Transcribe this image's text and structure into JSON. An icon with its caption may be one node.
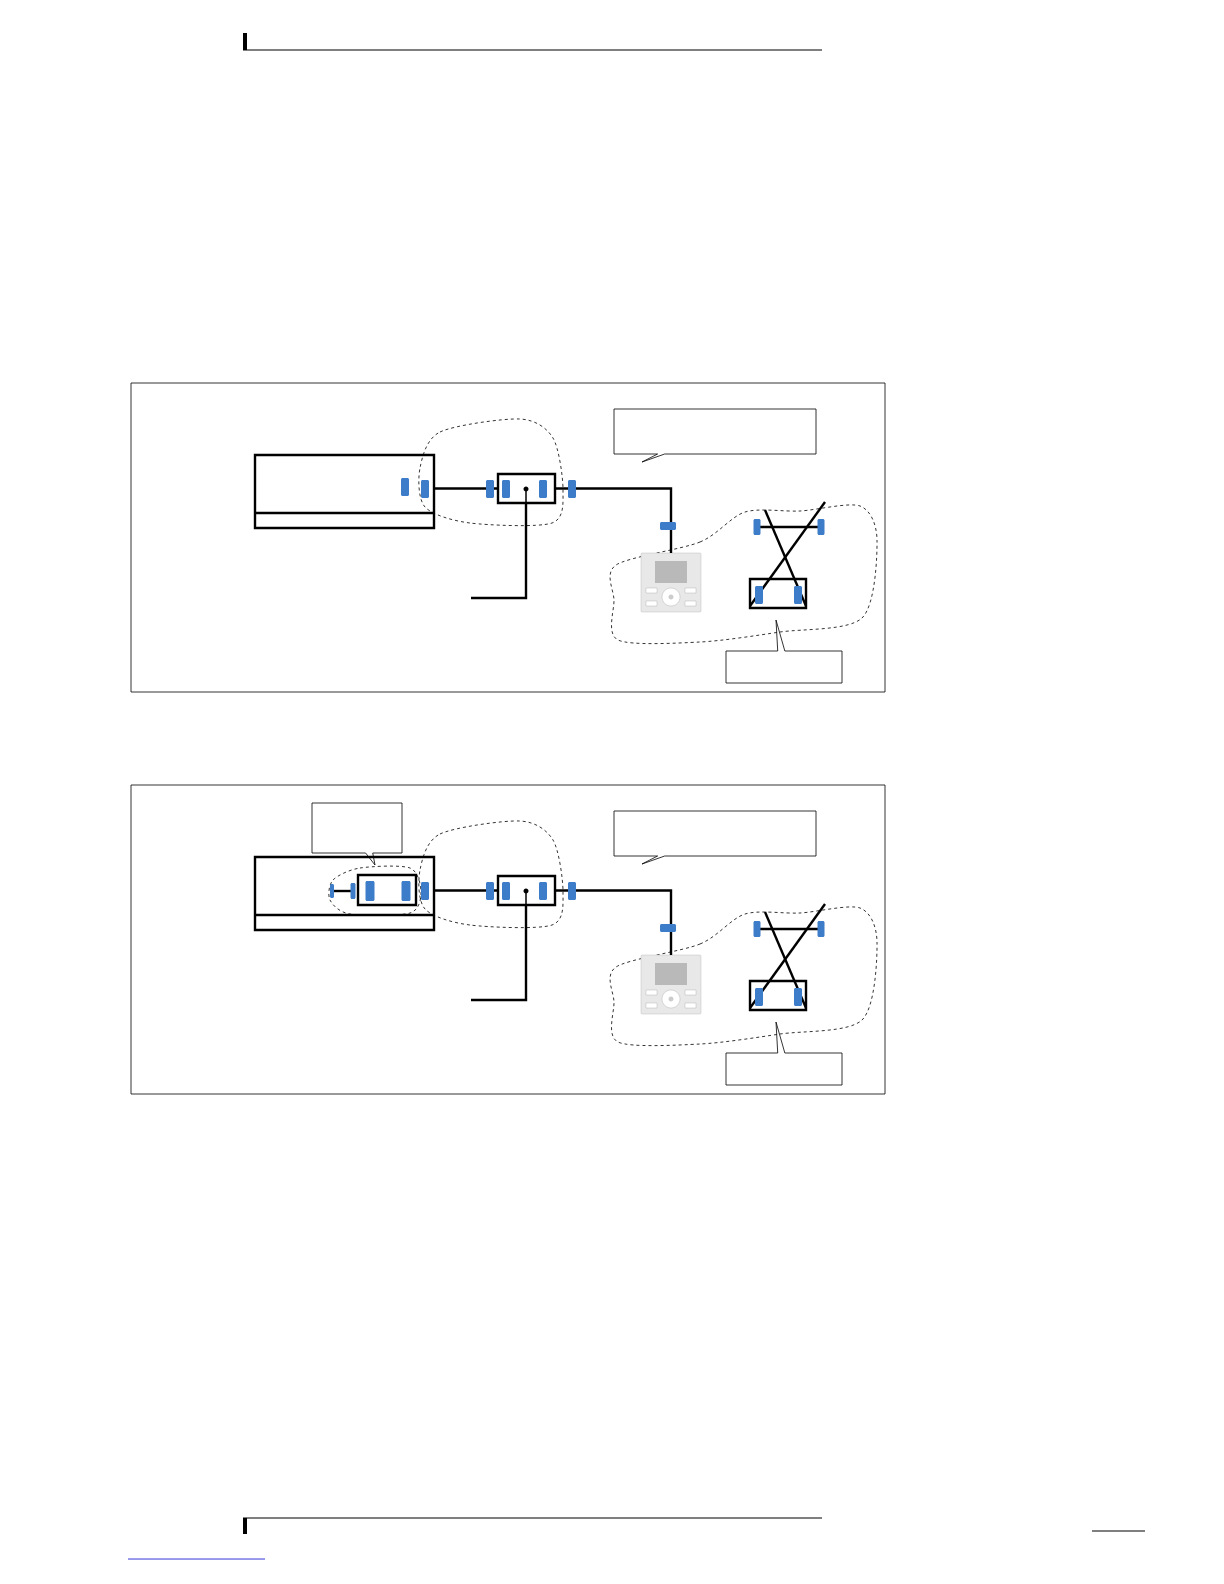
{
  "diagram": {
    "nodes": [
      {
        "text": [],
        "shape": "box"
      },
      {
        "text": [],
        "shape": "box"
      },
      {
        "text": [],
        "shape": "callout"
      },
      {
        "text": [],
        "shape": "picture"
      },
      {
        "text": [],
        "shape": "box"
      },
      {
        "text": [],
        "shape": "callout"
      },
      {
        "text": [],
        "shape": "callout"
      },
      {
        "text": [],
        "shape": "box"
      },
      {
        "text": [],
        "shape": "box",
        "in": 7
      },
      {
        "text": [],
        "shape": "box"
      },
      {
        "text": [],
        "shape": "callout"
      },
      {
        "text": [],
        "shape": "picture"
      },
      {
        "text": [],
        "shape": "box"
      },
      {
        "text": [],
        "shape": "callout"
      }
    ],
    "edges": [
      {
        "from": 0,
        "to": 1,
        "arrow": "none"
      },
      {
        "from": 1,
        "to": 3,
        "arrow": "none"
      },
      {
        "from": 1,
        "to": null,
        "arrow": "none"
      },
      {
        "from": 7,
        "to": 9,
        "arrow": "none"
      },
      {
        "from": 9,
        "to": 11,
        "arrow": "none"
      },
      {
        "from": 9,
        "to": null,
        "arrow": "none"
      }
    ]
  }
}
